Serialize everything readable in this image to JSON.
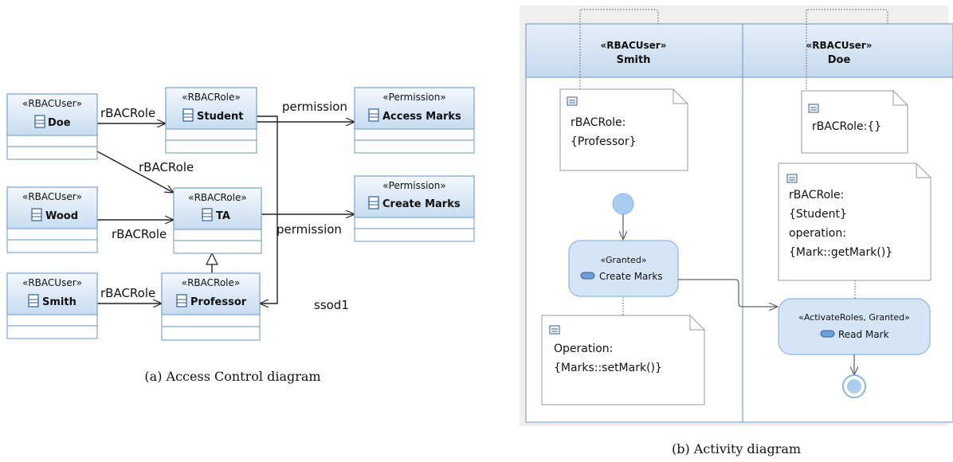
{
  "left_diagram": {
    "users": [
      {
        "stereotype": "«RBACUser»",
        "name": "Doe"
      },
      {
        "stereotype": "«RBACUser»",
        "name": "Wood"
      },
      {
        "stereotype": "«RBACUser»",
        "name": "Smith"
      }
    ],
    "roles": [
      {
        "stereotype": "«RBACRole»",
        "name": "Student"
      },
      {
        "stereotype": "«RBACRole»",
        "name": "TA"
      },
      {
        "stereotype": "«RBACRole»",
        "name": "Professor"
      }
    ],
    "permissions": [
      {
        "stereotype": "«Permission»",
        "name": "Access Marks"
      },
      {
        "stereotype": "«Permission»",
        "name": "Create Marks"
      }
    ],
    "edge_labels": {
      "doe_student": "rBACRole",
      "doe_ta": "rBACRole",
      "wood_ta": "rBACRole",
      "smith_professor": "rBACRole",
      "student_access": "permission",
      "ta_create": "permission",
      "ssod": "ssod1"
    },
    "caption": "(a) Access Control diagram"
  },
  "right_diagram": {
    "lanes": [
      {
        "stereotype": "«RBACUser»",
        "name": "Smith"
      },
      {
        "stereotype": "«RBACUser»",
        "name": "Doe"
      }
    ],
    "notes": {
      "smith_top": [
        "rBACRole:",
        "{Professor}"
      ],
      "doe_top": [
        "rBACRole:{}"
      ],
      "doe_mid": [
        "rBACRole:",
        "{Student}",
        "operation:",
        "{Mark::getMark()}"
      ],
      "smith_bottom": [
        "Operation:",
        "{Marks::setMark()}"
      ]
    },
    "actions": {
      "create": {
        "stereotype": "«Granted»",
        "label": "Create Marks"
      },
      "read": {
        "stereotype": "«ActivateRoles, Granted»",
        "label": "Read Mark"
      }
    },
    "caption": "(b) Activity diagram"
  }
}
